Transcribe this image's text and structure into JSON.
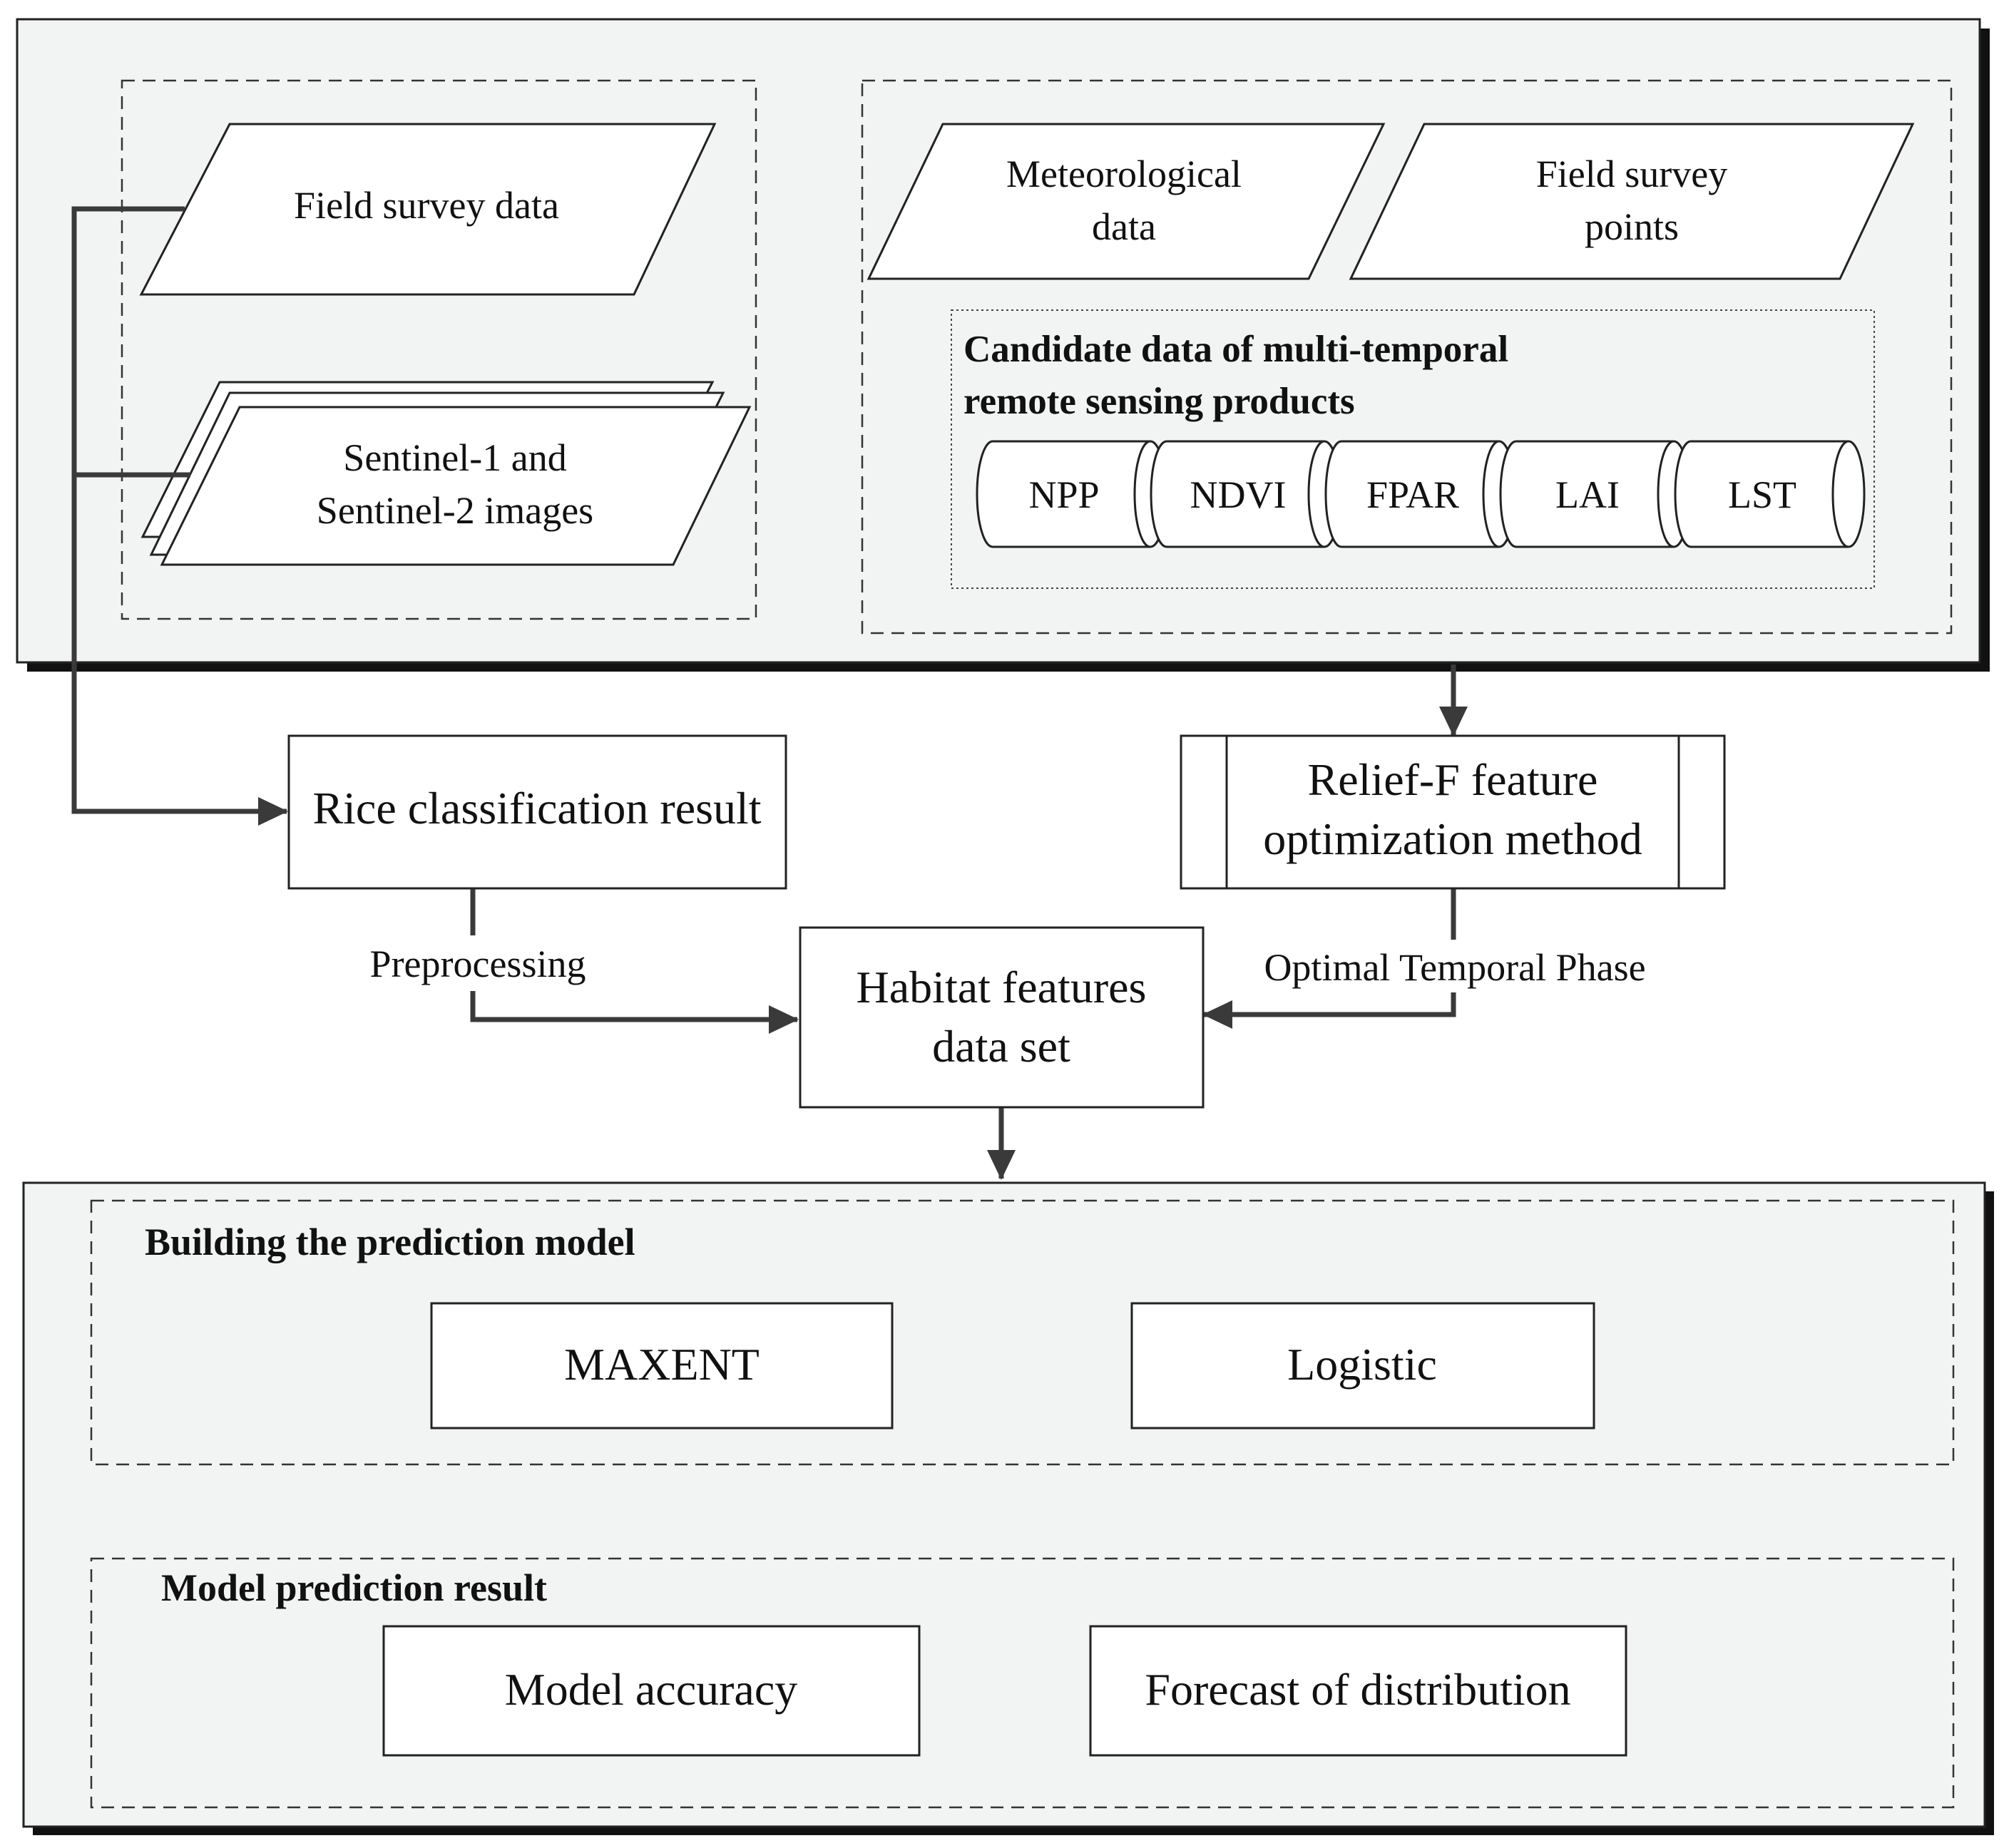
{
  "top_panel": {
    "field_survey_data": "Field survey data",
    "sentinel_images": [
      "Sentinel-1 and",
      "Sentinel-2 images"
    ],
    "meteorological_data": [
      "Meteorological",
      "data"
    ],
    "field_survey_points": [
      "Field survey",
      "points"
    ],
    "candidate_title": [
      "Candidate data of multi-temporal",
      "remote sensing products"
    ],
    "products": [
      "NPP",
      "NDVI",
      "FPAR",
      "LAI",
      "LST"
    ]
  },
  "middle": {
    "rice_classification": "Rice classification result",
    "relief_f": [
      "Relief-F feature",
      "optimization method"
    ],
    "habitat_features": [
      "Habitat features",
      "data set"
    ],
    "preprocessing_label": "Preprocessing",
    "optimal_phase_label": "Optimal Temporal Phase"
  },
  "bottom_panel": {
    "building_title": "Building the prediction model",
    "maxent": "MAXENT",
    "logistic": "Logistic",
    "prediction_title": "Model prediction result",
    "model_accuracy": "Model accuracy",
    "forecast": "Forecast of distribution"
  },
  "colors": {
    "panel_fill": "#f2f4f3",
    "stroke": "#222222",
    "connector": "#3a3a3a",
    "shadow": "#111111"
  }
}
